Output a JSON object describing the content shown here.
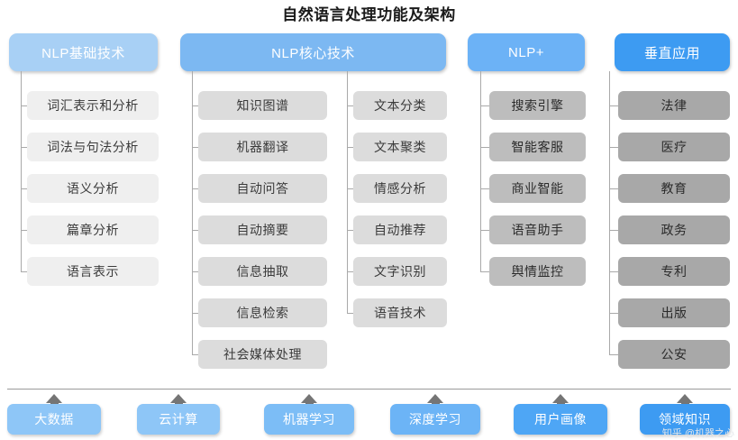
{
  "title": "自然语言处理功能及架构",
  "colors": {
    "header_basic": "#a8d0f5",
    "header_core": "#7cb8f2",
    "header_plus": "#6cb2f6",
    "header_vertical": "#3d9bf2",
    "leaf_light": "#efefef",
    "leaf_mid": "#dcdcdc",
    "leaf_gray": "#bdbdbd",
    "leaf_dark": "#a8a8a8",
    "connector": "#a9a9a9",
    "arrow": "#757575",
    "title_text": "#1a1a1a"
  },
  "columns": [
    {
      "header": "NLP基础技术",
      "tone": "leaf_light",
      "items": [
        "词汇表示和分析",
        "词法与句法分析",
        "语义分析",
        "篇章分析",
        "语言表示"
      ]
    },
    {
      "header": "NLP核心技术",
      "tone": "leaf_mid",
      "items": [
        "知识图谱",
        "机器翻译",
        "自动问答",
        "自动摘要",
        "信息抽取",
        "信息检索",
        "社会媒体处理"
      ]
    },
    {
      "header": "",
      "tone": "leaf_mid",
      "items": [
        "文本分类",
        "文本聚类",
        "情感分析",
        "自动推荐",
        "文字识别",
        "语音技术"
      ]
    },
    {
      "header": "NLP+",
      "tone": "leaf_gray",
      "items": [
        "搜索引擎",
        "智能客服",
        "商业智能",
        "语音助手",
        "舆情监控"
      ]
    },
    {
      "header": "垂直应用",
      "tone": "leaf_dark",
      "items": [
        "法律",
        "医疗",
        "教育",
        "政务",
        "专利",
        "出版",
        "公安"
      ]
    }
  ],
  "foundation": {
    "items": [
      {
        "label": "大数据",
        "color": "#8ec6f7"
      },
      {
        "label": "云计算",
        "color": "#8ec6f7"
      },
      {
        "label": "机器学习",
        "color": "#7cbdf6"
      },
      {
        "label": "深度学习",
        "color": "#6cb4f6"
      },
      {
        "label": "用户画像",
        "color": "#4ea6f5"
      },
      {
        "label": "领域知识",
        "color": "#3d9bf2"
      }
    ]
  },
  "watermark": "知乎 @机器之心"
}
